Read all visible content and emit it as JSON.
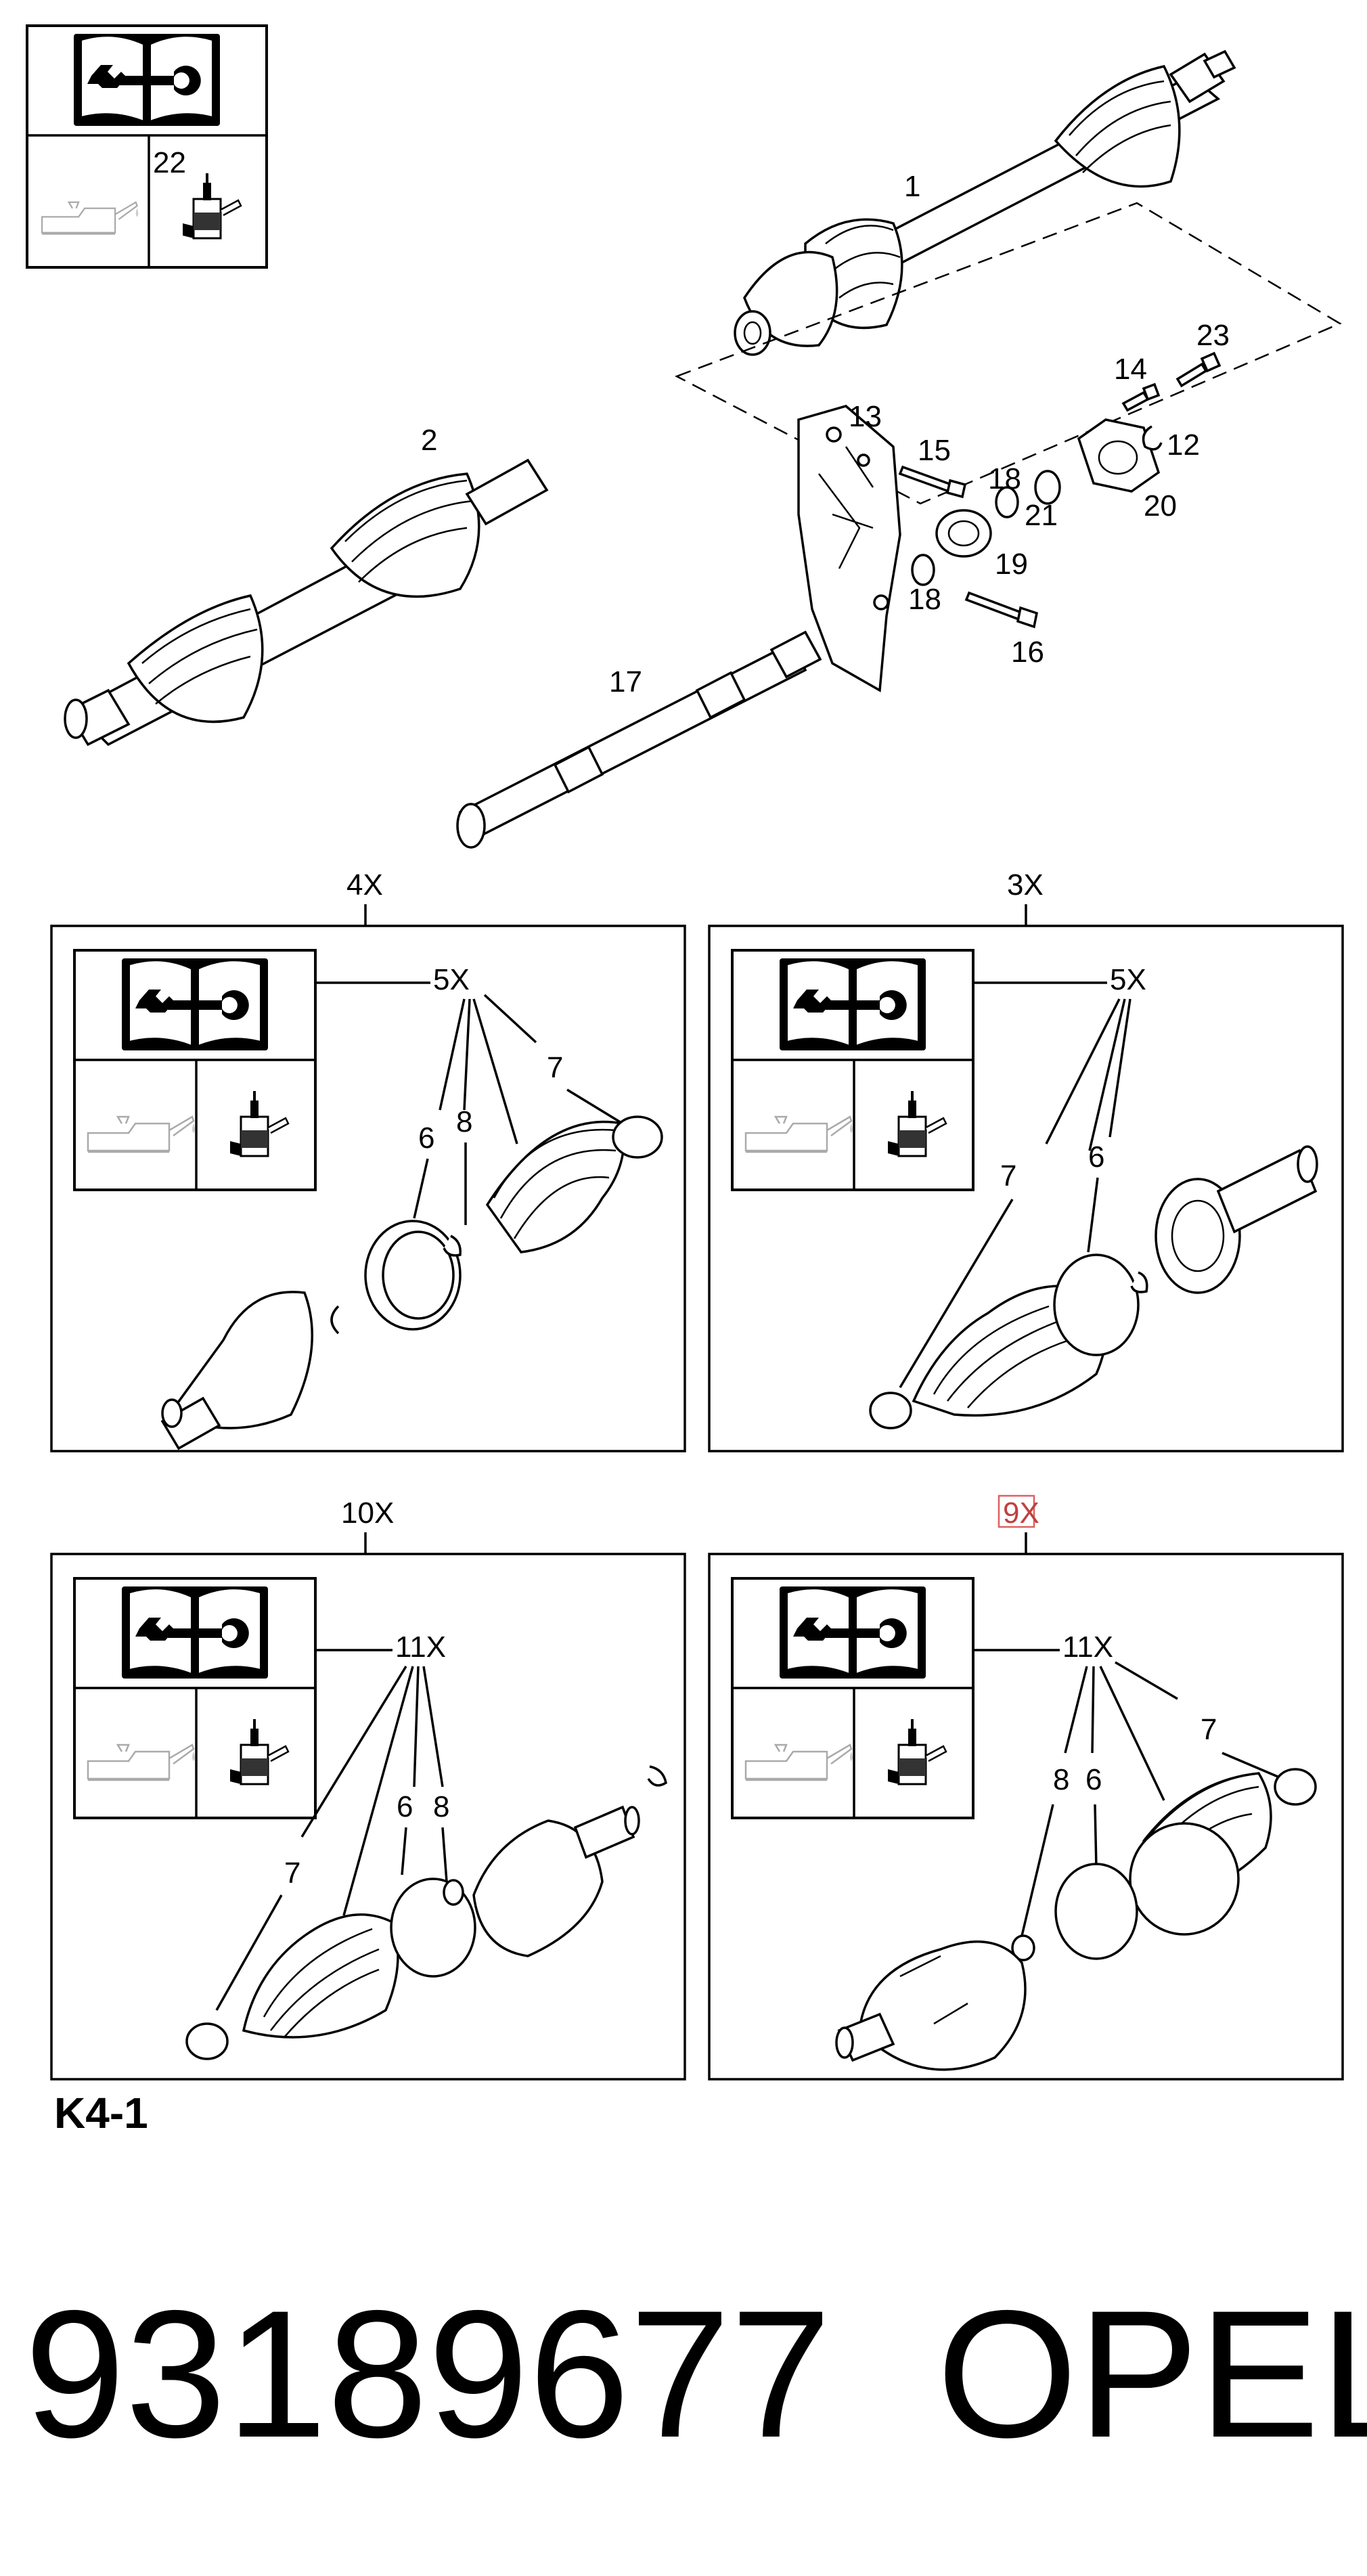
{
  "callouts": {
    "c1": "1",
    "c2": "2",
    "c12": "12",
    "c13": "13",
    "c14": "14",
    "c15": "15",
    "c16": "16",
    "c17": "17",
    "c18a": "18",
    "c18b": "18",
    "c19": "19",
    "c20": "20",
    "c21": "21",
    "c22": "22",
    "c23": "23"
  },
  "panels": {
    "p4": {
      "header": "4X",
      "kit": "5X",
      "l6": "6",
      "l7": "7",
      "l8": "8"
    },
    "p3": {
      "header": "3X",
      "kit": "5X",
      "l6": "6",
      "l7": "7"
    },
    "p10": {
      "header": "10X",
      "kit": "11X",
      "l6": "6",
      "l7": "7",
      "l8": "8"
    },
    "p9": {
      "header": "9X",
      "kit": "11X",
      "l6": "6",
      "l7": "7",
      "l8": "8"
    }
  },
  "diagram_code": "K4-1",
  "part_number": "93189677",
  "brand": "OPEL",
  "icons": [
    "service-manual-icon",
    "oil-can-icon",
    "grease-tube-icon"
  ],
  "highlight_color": "#e06060"
}
